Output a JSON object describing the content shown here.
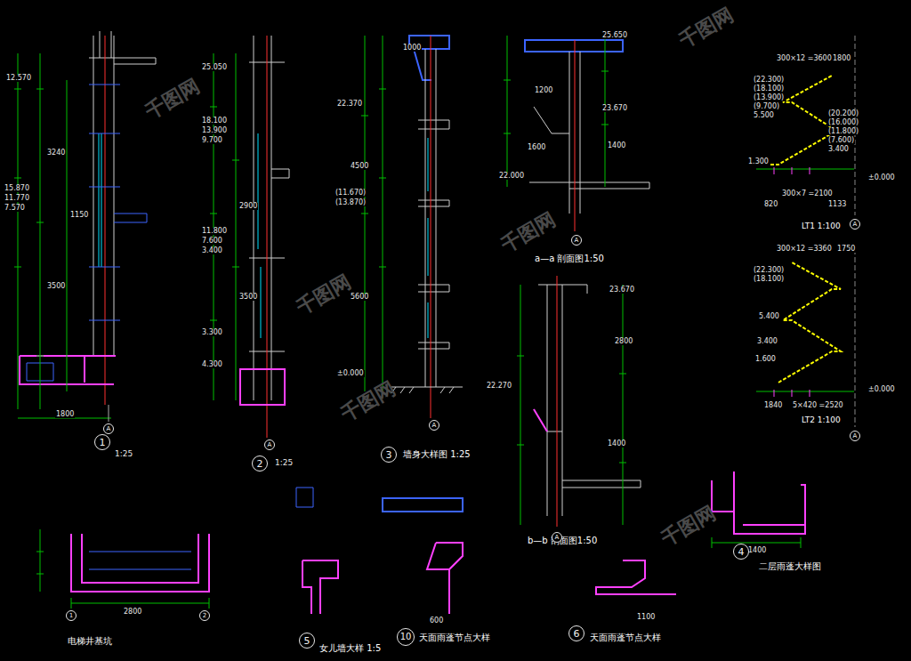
{
  "diagram": {
    "nodes": [
      {
        "text": [
          "1"
        ]
      },
      {
        "text": [
          "A"
        ]
      },
      {
        "text": [
          "2"
        ]
      },
      {
        "text": [
          "A"
        ]
      },
      {
        "text": [
          "3"
        ]
      },
      {
        "text": [
          "A"
        ]
      },
      {
        "text": [
          "A"
        ]
      },
      {
        "text": [
          "A"
        ]
      },
      {
        "text": [
          "A"
        ]
      },
      {
        "text": [
          "A"
        ]
      },
      {
        "text": [
          "4"
        ]
      },
      {
        "text": [
          "1"
        ]
      },
      {
        "text": [
          "2"
        ]
      },
      {
        "text": [
          "5"
        ]
      },
      {
        "text": [
          "10"
        ]
      },
      {
        "text": [
          "6"
        ]
      }
    ],
    "labels": [
      "12.570",
      "15.870",
      "11.770",
      "7.570",
      "3240",
      "1150",
      "3500",
      "1800",
      "1:25",
      "1:25",
      "25.050",
      "18.100",
      "13.900",
      "9.700",
      "11.800",
      "7.600",
      "3.400",
      "3.300",
      "4.300",
      "2900",
      "3500",
      "22.370",
      "4500",
      "(11.670)",
      "(13.870)",
      "5600",
      "±0.000",
      "1000",
      "墙身大样图 1:25",
      "25.650",
      "23.670",
      "22.000",
      "1200",
      "1600",
      "1400",
      "a—a 剖面图1:50",
      "23.670",
      "22.270",
      "2800",
      "1400",
      "b—b 剖面图1:50",
      "300×12 =3600",
      "1800",
      "(22.300)",
      "(18.100)",
      "(13.900)",
      "(9.700)",
      "5.500",
      "(20.200)",
      "(16.000)",
      "(11.800)",
      "(7.600)",
      "3.400",
      "1.300",
      "±0.000",
      "820",
      "300×7 =2100",
      "1133",
      "LT1 1:100",
      "300×12 =3360",
      "1750",
      "(22.300)",
      "(18.100)",
      "5.400",
      "3.400",
      "1.600",
      "±0.000",
      "1840",
      "5×420 =2520",
      "LT2 1:100",
      "2800",
      "电梯井基坑",
      "女儿墙大样 1:5",
      "天面雨蓬节点大样",
      "天面雨蓬节点大样",
      "二层雨蓬大样图",
      "1400",
      "600",
      "1100",
      "千图网",
      "千图网",
      "千图网",
      "千图网",
      "千图网",
      "千图网"
    ]
  }
}
